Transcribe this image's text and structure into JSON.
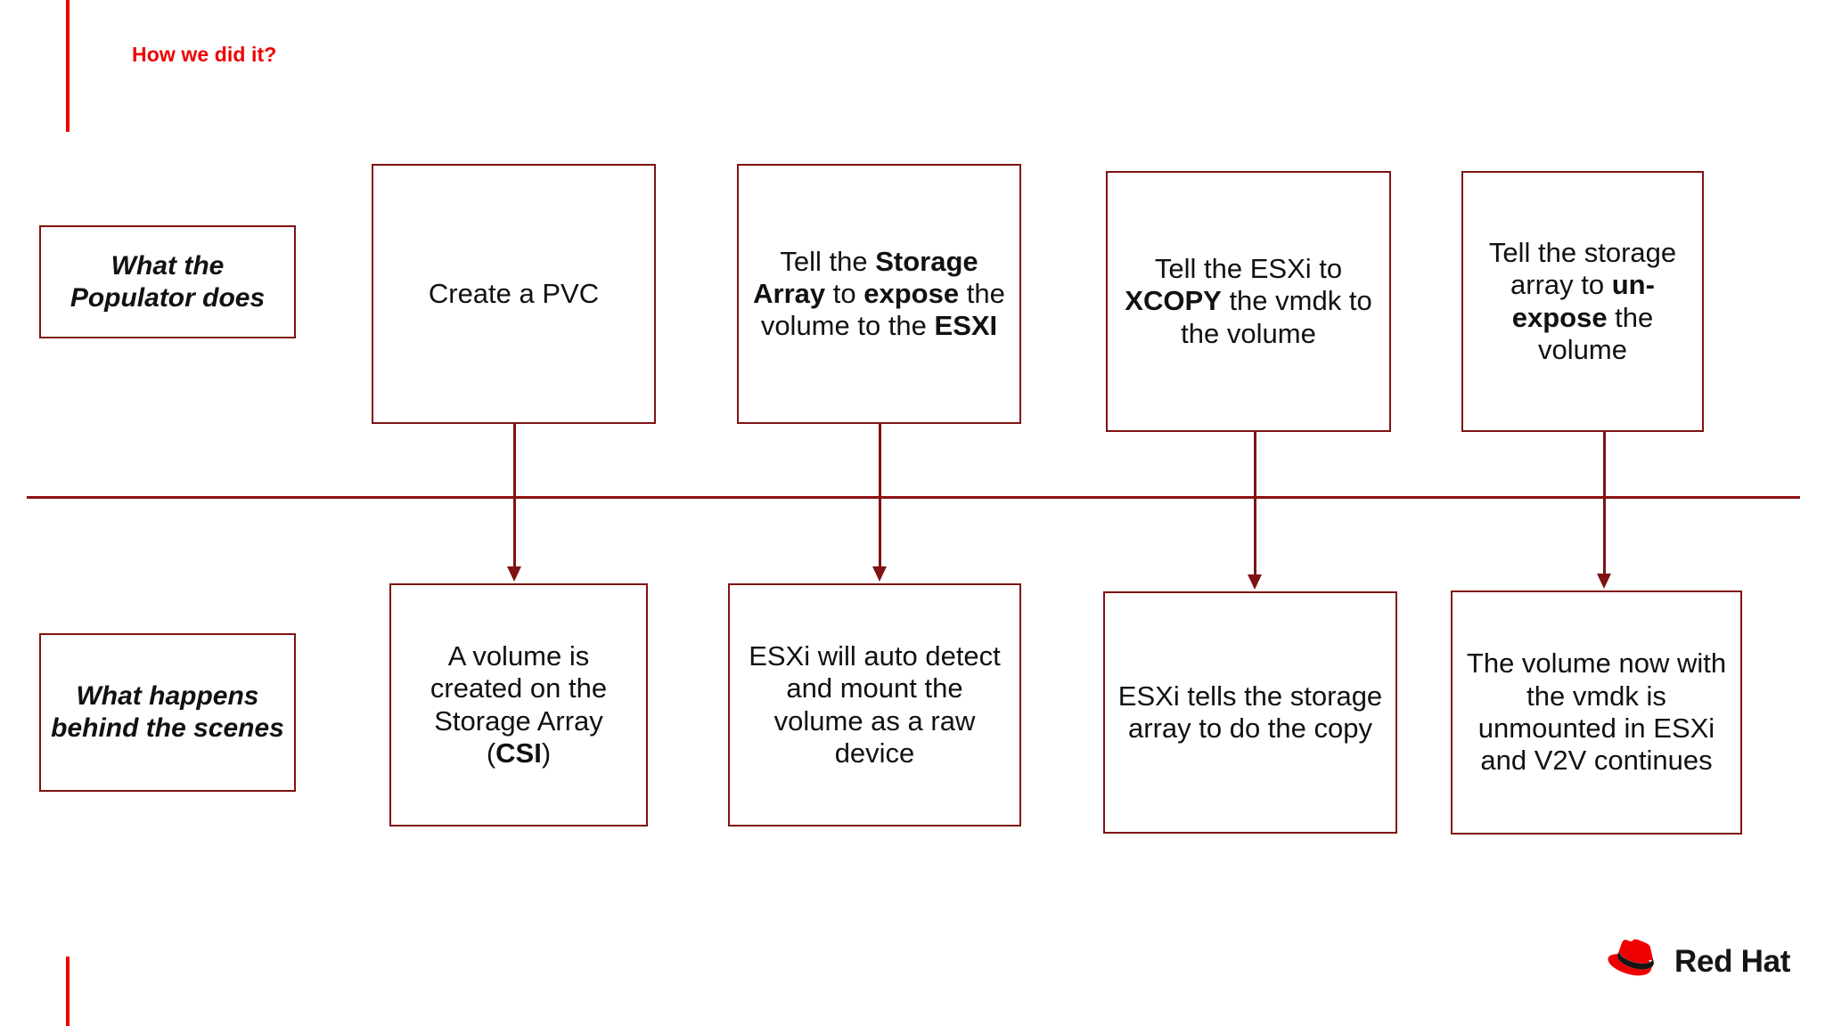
{
  "slide": {
    "title": "How we did it?",
    "accent_color": "#ee0000",
    "box_border_color": "#7f1212",
    "divider_color": "#8b1111"
  },
  "row_labels": [
    {
      "id": "populator",
      "text": "What the Populator does"
    },
    {
      "id": "scenes",
      "text": "What happens behind the scenes"
    }
  ],
  "steps": [
    {
      "id": "create-pvc",
      "html": "Create a PVC"
    },
    {
      "id": "expose-volume",
      "html": "Tell the <b>Storage Array</b> to <b>expose</b> the volume to the <b>ESXI</b>"
    },
    {
      "id": "xcopy-vmdk",
      "html": "Tell the ESXi to <b>XCOPY</b> the vmdk to the volume"
    },
    {
      "id": "un-expose",
      "html": "Tell the storage array to <b>un-expose</b> the volume"
    }
  ],
  "results": [
    {
      "id": "volume-created",
      "html": "A volume is created on the Storage Array (<b>CSI</b>)"
    },
    {
      "id": "esxi-automount",
      "html": "ESXi will auto detect and mount the volume as a raw device"
    },
    {
      "id": "esxi-tells-array",
      "html": "ESXi tells the storage array to do the copy"
    },
    {
      "id": "v2v-continues",
      "html": "The volume now with the vmdk is unmounted in ESXi and V2V continues"
    }
  ],
  "brand": {
    "name": "Red Hat",
    "logo_icon": "red-hat-fedora-icon",
    "logo_color": "#ee0000"
  }
}
